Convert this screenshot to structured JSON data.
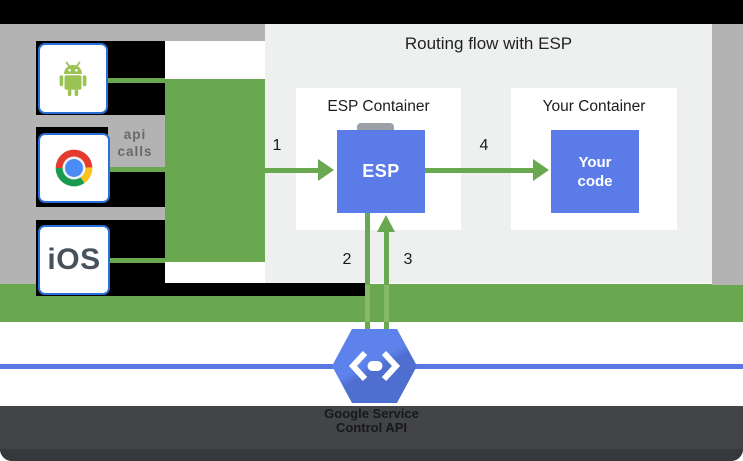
{
  "diagram": {
    "title": "Routing flow with ESP",
    "clients": {
      "android_icon": "android-robot",
      "chrome_icon": "chrome-logo",
      "ios_label": "iOS"
    },
    "api_calls": {
      "line1": "api",
      "line2": "calls"
    },
    "esp_container": {
      "label": "ESP Container",
      "box_label": "ESP"
    },
    "your_container": {
      "label": "Your Container",
      "box_line1": "Your",
      "box_line2": "code"
    },
    "steps": {
      "s1": "1",
      "s2": "2",
      "s3": "3",
      "s4": "4"
    },
    "service": {
      "icon": "code-brackets-hexagon",
      "line1": "Google Service",
      "line2": "Control API"
    },
    "colors": {
      "flow_green": "#6aa84f",
      "flow_green_light": "#86ba67",
      "box_blue": "#5b7ce8",
      "client_border_blue": "#2b6fd6",
      "service_line_blue": "#5b78e2",
      "hexagon_blue": "#5d82ec",
      "hexagon_blue_dark": "#4e6ed0",
      "panel_gray": "#eef0f0",
      "band_gray": "#b3b3b3",
      "dark_band": "#434446",
      "black": "#000000"
    }
  }
}
